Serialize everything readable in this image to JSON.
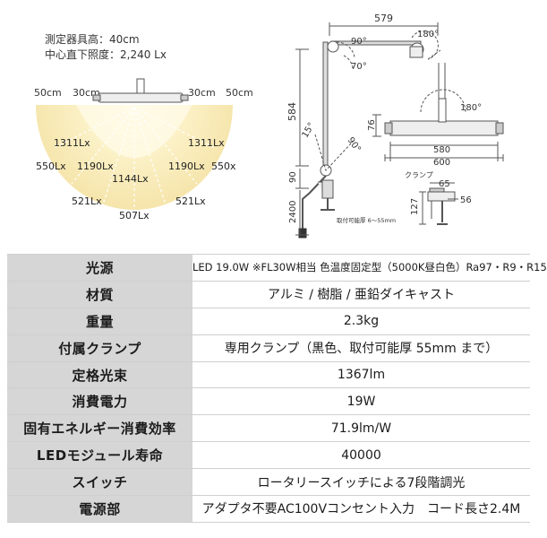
{
  "illuminance": {
    "measure_height": "測定器具高：40cm",
    "center_lux": "中心直下照度：2,240 Lx",
    "distances": {
      "left_50": "50cm",
      "left_30": "30cm",
      "right_30": "30cm",
      "right_50": "50cm"
    },
    "lux_labels": {
      "inner_left": "1311Lx",
      "inner_right": "1311Lx",
      "outer_left": "550Lx",
      "outer_right": "550x",
      "mid_left": "1190Lx",
      "mid_right": "1190Lx",
      "center": "1144Lx",
      "low_left": "521Lx",
      "low_right": "521Lx",
      "bottom": "507Lx"
    }
  },
  "dimensions": {
    "width_total": "579",
    "angle_shoulder": "90°",
    "angle_elbow": "70°",
    "angle_head": "180°",
    "height_arm": "584",
    "angle_base": "15°",
    "angle_base2": "90°",
    "head_rotate": "180°",
    "head_height": "76",
    "head_width": "580",
    "head_width_total": "600",
    "base_height": "90",
    "cord_length": "2400",
    "clamp_note": "取付可能厚 6〜55mm",
    "clamp_title": "クランプ",
    "clamp_width": "65",
    "clamp_height": "127",
    "clamp_depth": "56"
  },
  "specs": [
    {
      "label": "光源",
      "value": "LED 19.0W ※FL30W相当 色温度固定型（5000K昼白色）Ra97・R9・R15",
      "small": true
    },
    {
      "label": "材質",
      "value": "アルミ / 樹脂 / 亜鉛ダイキャスト"
    },
    {
      "label": "重量",
      "value": "2.3kg"
    },
    {
      "label": "付属クランプ",
      "value": "専用クランプ（黒色、取付可能厚 55mm まで）"
    },
    {
      "label": "定格光束",
      "value": "1367lm"
    },
    {
      "label": "消費電力",
      "value": "19W"
    },
    {
      "label": "固有エネルギー消費効率",
      "value": "71.9lm/W"
    },
    {
      "label": "LEDモジュール寿命",
      "value": "40000"
    },
    {
      "label": "スイッチ",
      "value": "ロータリースイッチによる7段階調光"
    },
    {
      "label": "電源部",
      "value": "アダプタ不要AC100Vコンセント入力　コード長さ2.4M"
    }
  ],
  "colors": {
    "beam_center": "#fbf3cf",
    "beam_mid": "#f6e8b2",
    "beam_outer": "#f3e2a4",
    "label_bg": "#d6d6d6"
  }
}
